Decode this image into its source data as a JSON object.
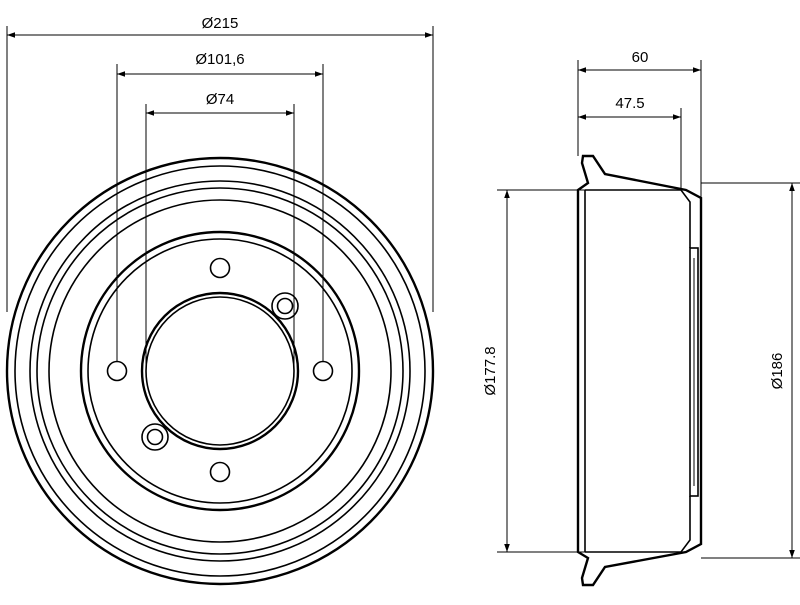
{
  "front_view": {
    "dim_outer": "Ø215",
    "dim_bolt_circle": "Ø101,6",
    "dim_center_bore": "Ø74"
  },
  "side_view": {
    "dim_overall_width": "60",
    "dim_inner_width": "47.5",
    "dim_inner_diameter": "Ø177.8",
    "dim_outer_diameter": "Ø186"
  },
  "colors": {
    "line": "#000000",
    "background": "#ffffff"
  }
}
